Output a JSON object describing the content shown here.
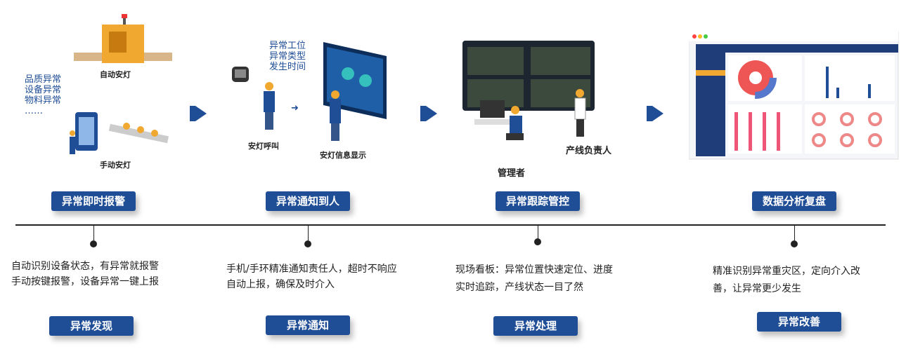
{
  "stages": [
    {
      "title": "异常即时报警",
      "phase": "异常发现",
      "desc": [
        "自动识别设备状态，有异常就报警",
        "手动按键报警，设备异常一键上报"
      ]
    },
    {
      "title": "异常通知到人",
      "phase": "异常通知",
      "desc": [
        "手机/手环精准通知责任人，超时不响应自动上报，确保及时介入"
      ]
    },
    {
      "title": "异常跟踪管控",
      "phase": "异常处理",
      "desc": [
        "现场看板：异常位置快速定位、进度实时追踪，产线状态一目了然"
      ]
    },
    {
      "title": "数据分析复盘",
      "phase": "异常改善",
      "desc": [
        "精准识别异常重灾区，定向介入改善，让异常更少发生"
      ]
    }
  ],
  "illustrations": {
    "auto_andon": "自动安灯",
    "manual_andon": "手动安灯",
    "exception_types": [
      "品质异常",
      "设备异常",
      "物料异常",
      "……"
    ],
    "notify_fields": [
      "异常工位",
      "异常类型",
      "发生时间"
    ],
    "andon_call": "安灯呼叫",
    "andon_display": "安灯信息显示",
    "manager": "管理者",
    "line_owner": "产线负责人"
  },
  "colors": {
    "accent": "#1f4e96"
  }
}
